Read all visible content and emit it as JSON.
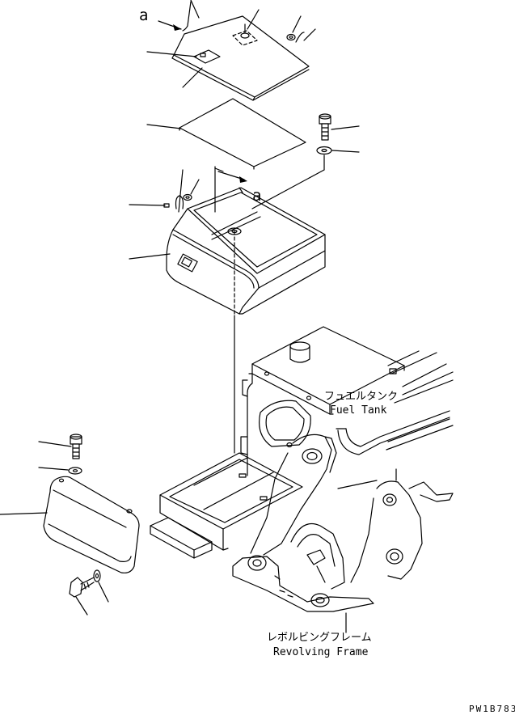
{
  "labels": {
    "ref_a_top": "a",
    "ref_a_mid": "a",
    "fuel_tank_jp": "フュエルタンク",
    "fuel_tank_en": "Fuel Tank",
    "frame_jp": "レボルビングフレーム",
    "frame_en": "Revolving Frame",
    "drawing_code": "PW1B783"
  }
}
